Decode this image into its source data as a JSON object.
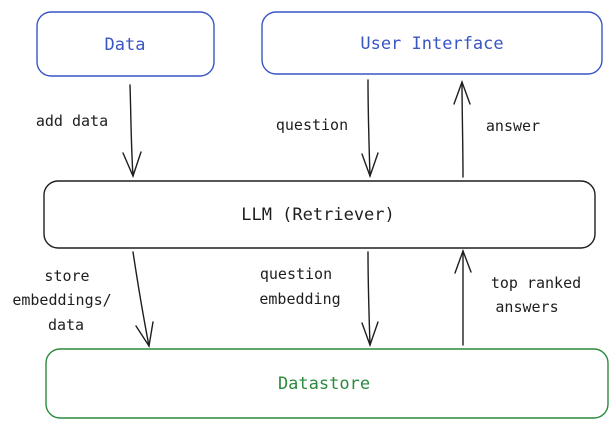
{
  "nodes": {
    "data": {
      "label": "Data"
    },
    "user_interface": {
      "label": "User Interface"
    },
    "llm": {
      "label": "LLM (Retriever)"
    },
    "datastore": {
      "label": "Datastore"
    }
  },
  "edges": {
    "add_data": {
      "label": "add data"
    },
    "question": {
      "label": "question"
    },
    "answer": {
      "label": "answer"
    },
    "store": {
      "label_lines": [
        "store",
        "embeddings/",
        "data"
      ]
    },
    "question_embedding": {
      "label_lines": [
        "question",
        "embedding"
      ]
    },
    "top_ranked": {
      "label_lines": [
        "top ranked",
        "answers"
      ]
    }
  },
  "colors": {
    "blue": "#3a55c4",
    "green": "#2b8a3e",
    "black": "#1e1e1e"
  }
}
